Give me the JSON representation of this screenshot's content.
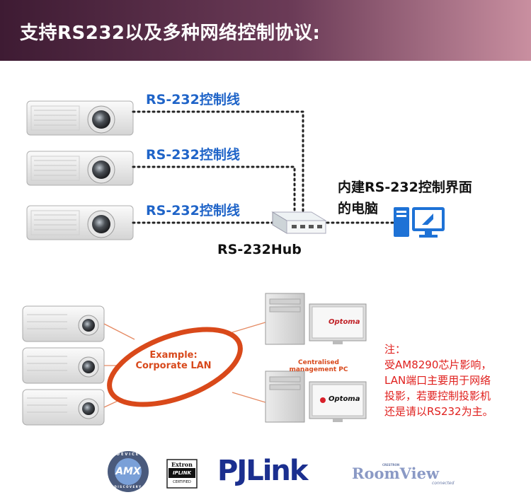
{
  "header": {
    "title": "支持RS232以及多种网络控制协议:"
  },
  "rs232_section": {
    "cable_labels": [
      "RS-232控制线",
      "RS-232控制线",
      "RS-232控制线"
    ],
    "hub_label": "RS-232Hub",
    "pc_label_line1": "内建RS-232控制界面",
    "pc_label_line2": "的电脑"
  },
  "lan_section": {
    "lan_line1": "Example:",
    "lan_line2": "Corporate LAN",
    "pc_label_line1": "Centralised",
    "pc_label_line2": "management PC",
    "monitor_brand": "Optoma"
  },
  "note": {
    "title": "注：",
    "lines": [
      "受AM8290芯片影响，",
      "LAN端口主要用于网络",
      "投影，若要控制投影机",
      "还是请以RS232为主。"
    ]
  },
  "logos": {
    "amx_top": "DEVICE",
    "amx_center": "AMX",
    "amx_bottom": "DISCOVERY",
    "extron_top": "Extron",
    "extron_mid": "IPLINK",
    "extron_bottom": "CERTIFIED",
    "pjlink": "PJLink",
    "roomview_brand": "CRESTRON",
    "roomview": "RoomView",
    "roomview_sub": "connected"
  },
  "colors": {
    "accent_blue": "#1f64c8",
    "note_red": "#e0201e",
    "lan_orange": "#d8491c"
  }
}
